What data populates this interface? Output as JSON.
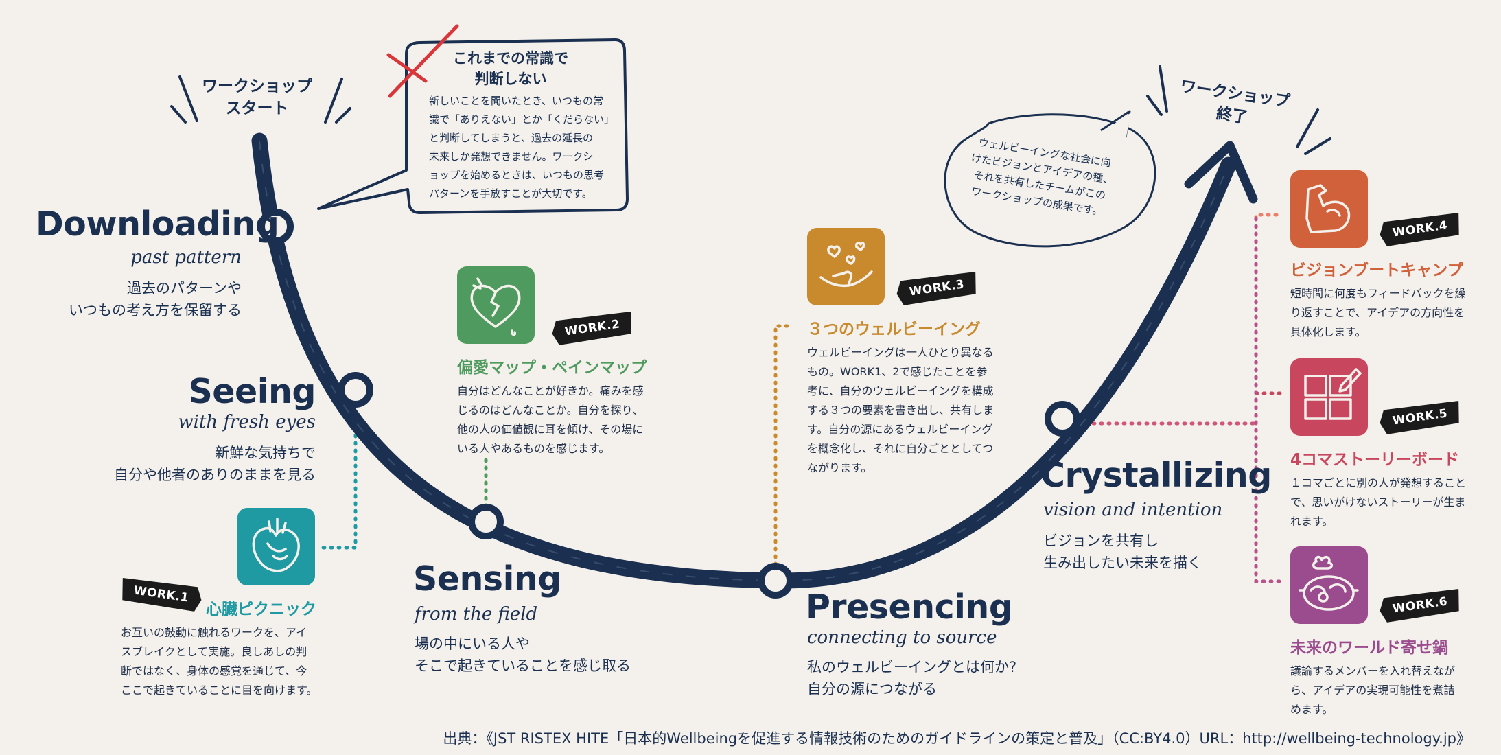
{
  "start_label": [
    "ワークショップ",
    "スタート"
  ],
  "end_label": [
    "ワークショップ",
    "終了"
  ],
  "speech_bubble": {
    "title": [
      "これまでの常識で",
      "判断しない"
    ],
    "body": [
      "新しいことを聞いたとき、いつもの常",
      "識で「ありえない」とか「くだらない」",
      "と判断してしまうと、過去の延長の",
      "未来しか発想できません。ワークシ",
      "ョップを始めるときは、いつもの思考",
      "パターンを手放すことが大切です。"
    ]
  },
  "oval_bubble": [
    "ウェルビーイングな社会に向",
    "けたビジョンとアイデアの種、",
    "それを共有したチームがこの",
    "ワークショップの成果です。"
  ],
  "stages": {
    "downloading": {
      "title": "Downloading",
      "subtitle": "past pattern",
      "desc": [
        "過去のパターンや",
        "いつもの考え方を保留する"
      ]
    },
    "seeing": {
      "title": "Seeing",
      "subtitle": "with fresh eyes",
      "desc": [
        "新鮮な気持ちで",
        "自分や他者のありのままを見る"
      ]
    },
    "sensing": {
      "title": "Sensing",
      "subtitle": "from the field",
      "desc": [
        "場の中にいる人や",
        "そこで起きていることを感じ取る"
      ]
    },
    "presencing": {
      "title": "Presencing",
      "subtitle": "connecting to source",
      "desc": [
        "私のウェルビーイングとは何か?",
        "自分の源につながる"
      ]
    },
    "crystallizing": {
      "title": "Crystallizing",
      "subtitle": "vision and intention",
      "desc": [
        "ビジョンを共有し",
        "生み出したい未来を描く"
      ]
    }
  },
  "works": [
    {
      "tag": "WORK.1",
      "title": "心臓ピクニック",
      "icon": "heart-organ-icon",
      "color": "#1f9aa3",
      "desc": [
        "お互いの鼓動に触れるワークを、アイ",
        "スブレイクとして実施。良しあしの判",
        "断ではなく、身体の感覚を通じて、今",
        "ここで起きていることに目を向けます。"
      ]
    },
    {
      "tag": "WORK.2",
      "title": "偏愛マップ・ペインマップ",
      "icon": "broken-heart-icon",
      "color": "#4f9a5e",
      "desc": [
        "自分はどんなことが好きか。痛みを感",
        "じるのはどんなことか。自分を探り、",
        "他の人の価値観に耳を傾け、その場に",
        "いる人やあるものを感じます。"
      ]
    },
    {
      "tag": "WORK.3",
      "title": "３つのウェルビーイング",
      "icon": "hand-hearts-icon",
      "color": "#c98a2e",
      "desc": [
        "ウェルビーイングは一人ひとり異なる",
        "もの。WORK1、2で感じたことを参",
        "考に、自分のウェルビーイングを構成",
        "する３つの要素を書き出し、共有しま",
        "す。自分の源にあるウェルビーイング",
        "を概念化し、それに自分ごととしてつ",
        "ながります。"
      ]
    },
    {
      "tag": "WORK.4",
      "title": "ビジョンブートキャンプ",
      "icon": "flexed-arm-icon",
      "color": "#d0613a",
      "desc": [
        "短時間に何度もフィードバックを繰",
        "り返すことで、アイデアの方向性を",
        "具体化します。"
      ]
    },
    {
      "tag": "WORK.5",
      "title": "4コマストーリーボード",
      "icon": "storyboard-icon",
      "color": "#c9475e",
      "desc": [
        "１コマごとに別の人が発想すること",
        "で、思いがけないストーリーが生ま",
        "れます。"
      ]
    },
    {
      "tag": "WORK.6",
      "title": "未来のワールド寄せ鍋",
      "icon": "hotpot-icon",
      "color": "#9b4c8e",
      "desc": [
        "議論するメンバーを入れ替えなが",
        "ら、アイデアの実現可能性を煮詰",
        "めます。"
      ]
    }
  ],
  "colors": {
    "navy": "#1b3050",
    "teal": "#1f9aa3",
    "green": "#4f9a5e",
    "orange": "#c98a2e",
    "rust": "#d0613a",
    "red": "#c9475e",
    "purple": "#9b4c8e",
    "background": "#f4f1ec"
  },
  "footer": "出典：《JST RISTEX HITE「日本的Wellbeingを促進する情報技術のためのガイドラインの策定と普及」（CC:BY4.0）URL：http://wellbeing-technology.jp》"
}
